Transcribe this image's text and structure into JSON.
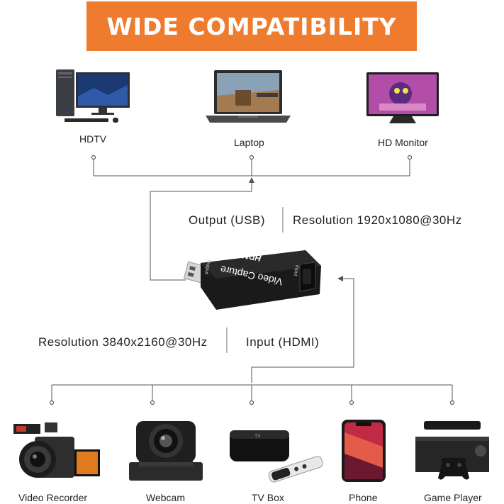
{
  "banner": {
    "title": "WIDE COMPATIBILITY"
  },
  "outputs": [
    {
      "label": "HDTV",
      "icon": "desktop-pc-icon"
    },
    {
      "label": "Laptop",
      "icon": "laptop-icon"
    },
    {
      "label": "HD Monitor",
      "icon": "monitor-icon"
    }
  ],
  "output_info": {
    "port": "Output (USB)",
    "resolution": "Resolution 1920x1080@30Hz"
  },
  "device": {
    "name": "Video Capture",
    "logo": "HDMI",
    "port_usb": "Output",
    "port_hdmi": "Input",
    "color": "#1a1a1a"
  },
  "input_info": {
    "resolution": "Resolution 3840x2160@30Hz",
    "port": "Input (HDMI)"
  },
  "inputs": [
    {
      "label": "Video Recorder",
      "icon": "camcorder-icon"
    },
    {
      "label": "Webcam",
      "icon": "webcam-icon"
    },
    {
      "label": "TV Box",
      "icon": "tv-box-icon"
    },
    {
      "label": "Phone",
      "icon": "phone-icon"
    },
    {
      "label": "Game Player",
      "icon": "game-console-icon"
    }
  ],
  "colors": {
    "accent": "#ef7b2f",
    "line": "#555555"
  }
}
